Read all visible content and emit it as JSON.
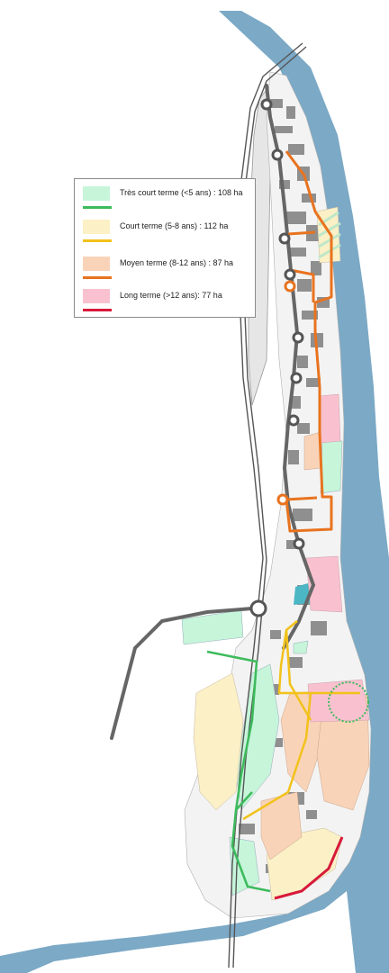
{
  "legend": {
    "items": [
      {
        "label": "Très court terme  (<5 ans) : 108 ha",
        "fill": "#c6f5da",
        "line": "#3dbb5c"
      },
      {
        "label": "Court terme  (5-8 ans) : 112 ha",
        "fill": "#fbf0c6",
        "line": "#f2c21a"
      },
      {
        "label": "Moyen terme  (8-12 ans) : 87 ha",
        "fill": "#f9d3b8",
        "line": "#e8731f"
      },
      {
        "label": "Long terme  (>12 ans): 77 ha",
        "fill": "#f9c1cf",
        "line": "#d7193a"
      }
    ]
  },
  "colors": {
    "river": "#7ba9c6",
    "rail": "#555555",
    "road": "#666666",
    "grey_zone": "#e6e6e6",
    "buildings": "#8f8f8f"
  }
}
